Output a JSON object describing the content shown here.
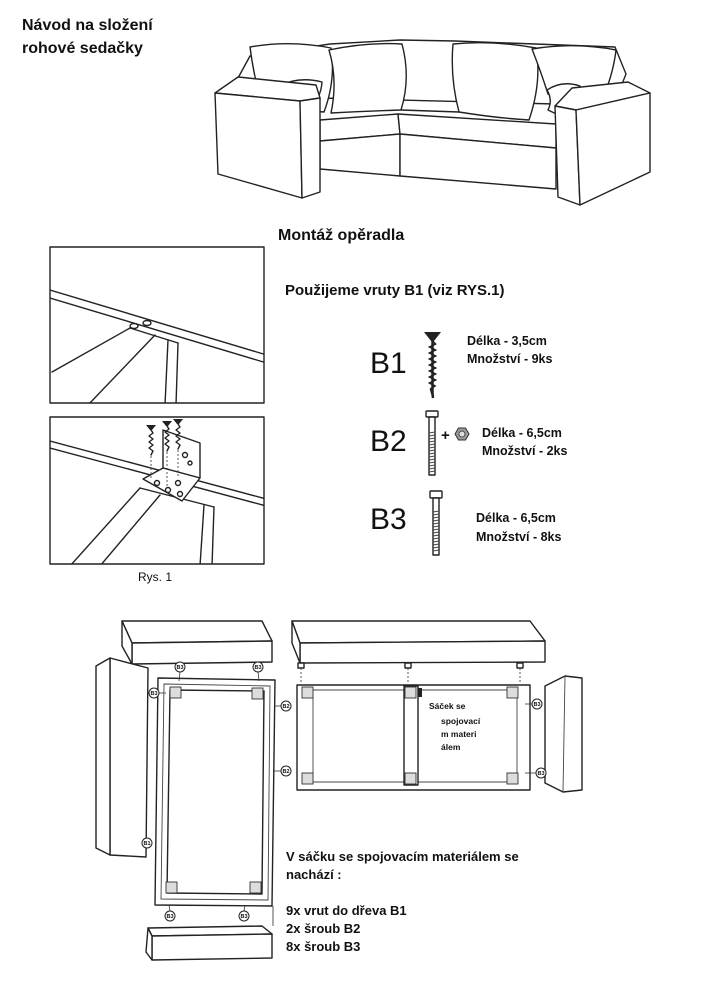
{
  "title": {
    "line1": "Návod na složení",
    "line2": "rohové sedačky"
  },
  "section_title": "Montáž opěradla",
  "screws_intro": "Použijeme vruty B1 (viz RYS.1)",
  "figure_caption": "Rys. 1",
  "fasteners": [
    {
      "code": "B1",
      "length": "Délka - 3,5cm",
      "quantity": "Množství - 9ks",
      "icon": "wood-screw-icon"
    },
    {
      "code": "B2",
      "plus": "+",
      "length": "Délka - 6,5cm",
      "quantity": "Množství - 2ks",
      "icon": "bolt-with-nut-icon"
    },
    {
      "code": "B3",
      "length": "Délka - 6,5cm",
      "quantity": "Množství - 8ks",
      "icon": "bolt-icon"
    }
  ],
  "diagram": {
    "markers": [
      "B3",
      "B3",
      "B3",
      "B2",
      "B2",
      "B1",
      "B3",
      "B3",
      "B3",
      "B3"
    ],
    "bag_note": [
      "Sáček se",
      "spojovací",
      "m materi",
      "álem"
    ]
  },
  "contents": {
    "heading_line1": "V sáčku se spojovacím materiálem se",
    "heading_line2": "nachází :",
    "items": [
      "9x vrut do dřeva B1",
      "2x šroub B2",
      "8x šroub B3"
    ]
  },
  "colors": {
    "ink": "#222222",
    "background": "#ffffff",
    "nut": "#9a9a9a"
  }
}
